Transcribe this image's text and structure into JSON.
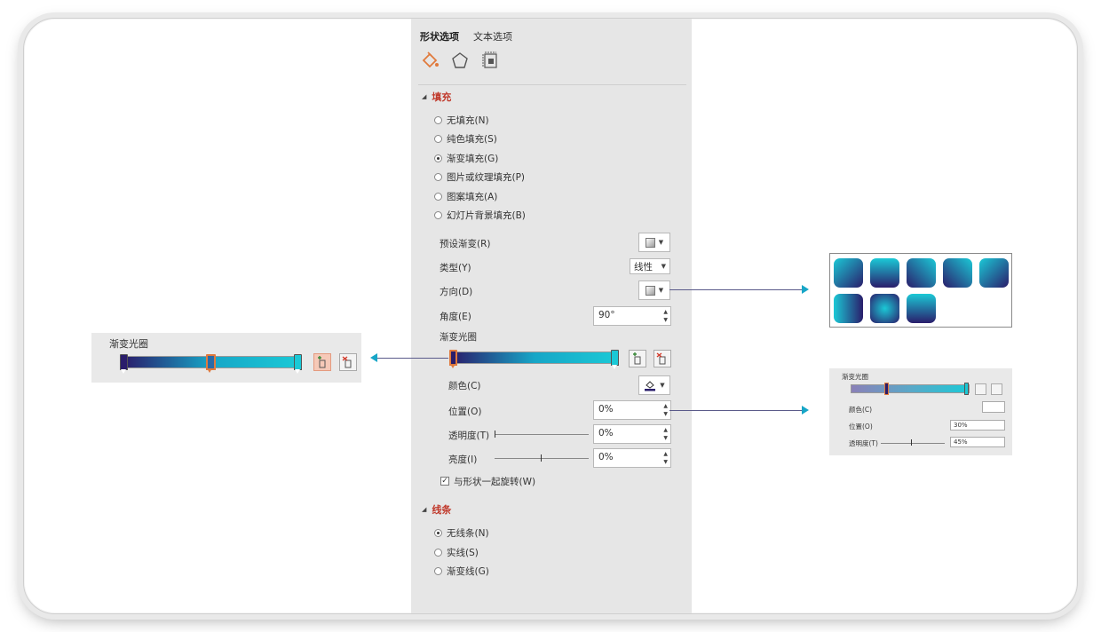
{
  "panel": {
    "tabs": {
      "shape": "形状选项",
      "text": "文本选项"
    },
    "fill_section": {
      "title": "填充",
      "options": [
        {
          "label": "无填充(N)",
          "selected": false
        },
        {
          "label": "纯色填充(S)",
          "selected": false
        },
        {
          "label": "渐变填充(G)",
          "selected": true
        },
        {
          "label": "图片或纹理填充(P)",
          "selected": false
        },
        {
          "label": "图案填充(A)",
          "selected": false
        },
        {
          "label": "幻灯片背景填充(B)",
          "selected": false
        }
      ],
      "preset_label": "预设渐变(R)",
      "type_label": "类型(Y)",
      "type_value": "线性",
      "direction_label": "方向(D)",
      "angle_label": "角度(E)",
      "angle_value": "90°",
      "stops_label": "渐变光圈",
      "color_label": "颜色(C)",
      "position_label": "位置(O)",
      "position_value": "0%",
      "transparency_label": "透明度(T)",
      "transparency_value": "0%",
      "brightness_label": "亮度(I)",
      "brightness_value": "0%",
      "rotate_label": "与形状一起旋转(W)",
      "rotate_checked": true
    },
    "line_section": {
      "title": "线条",
      "options": [
        {
          "label": "无线条(N)",
          "selected": true
        },
        {
          "label": "实线(S)",
          "selected": false
        },
        {
          "label": "渐变线(G)",
          "selected": false
        }
      ]
    }
  },
  "left_callout": {
    "label": "渐变光圈"
  },
  "mini_panel": {
    "stops_label": "渐变光圈",
    "color_label": "颜色(C)",
    "position_label": "位置(O)",
    "position_value": "30%",
    "transparency_label": "透明度(T)",
    "transparency_value": "45%"
  },
  "colors": {
    "accent_red": "#c0392b",
    "grad_dark": "#2a1d6b",
    "grad_light": "#1bc9d6",
    "selected_stop": "#e07a3d"
  }
}
